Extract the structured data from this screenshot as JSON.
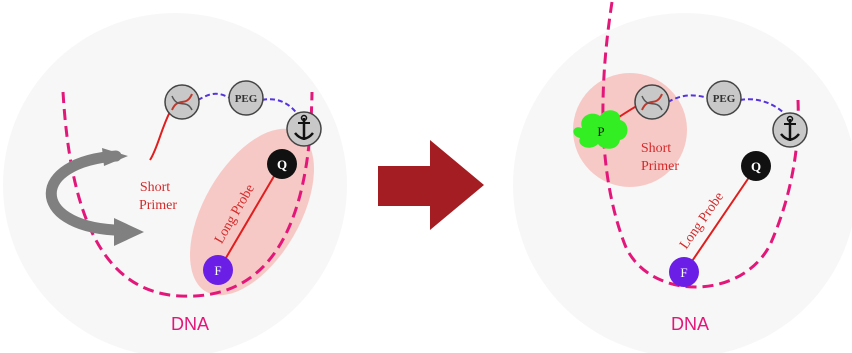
{
  "diagram": {
    "colors": {
      "dna": "#e3177a",
      "arrow": "#a31d22",
      "curl_arrow": "#808080",
      "probe_line": "#e01e1e",
      "fluor": "#6a1ee6",
      "quencher": "#111111",
      "peg_link": "#5533dd",
      "highlight": "#f7c9c6",
      "circle_bg": "#f7f7f7",
      "green_p": "#33ee22"
    },
    "left_panel": {
      "dna_label": "DNA",
      "peg_label": "PEG",
      "quencher_label": "Q",
      "fluor_label": "F",
      "probe_label": "Long Probe",
      "primer_label_line1": "Short",
      "primer_label_line2": "Primer",
      "anchor_icon": "anchor-icon",
      "dna_helix_icon": "dna-helix-icon"
    },
    "right_panel": {
      "dna_label": "DNA",
      "peg_label": "PEG",
      "quencher_label": "Q",
      "fluor_label": "F",
      "probe_label": "Long Probe",
      "primer_label_line1": "Short",
      "primer_label_line2": "Primer",
      "p_label": "P",
      "anchor_icon": "anchor-icon",
      "dna_helix_icon": "dna-helix-icon"
    },
    "transition_arrow_icon": "right-arrow-icon"
  }
}
